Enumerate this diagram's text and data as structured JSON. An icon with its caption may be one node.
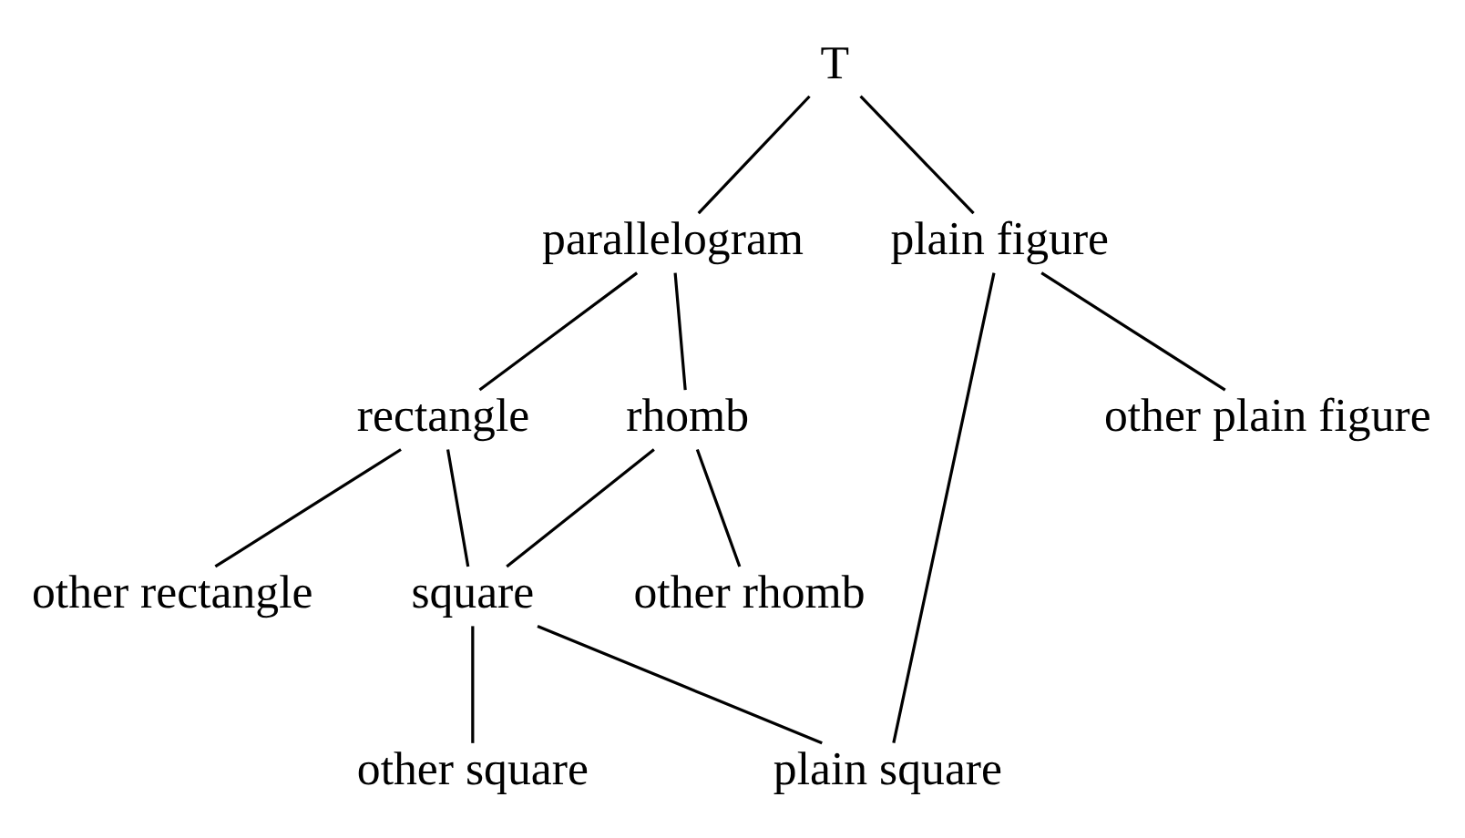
{
  "diagram": {
    "nodes": [
      {
        "text": [
          "T"
        ]
      },
      {
        "text": [
          "parallelogram"
        ]
      },
      {
        "text": [
          "plain figure"
        ]
      },
      {
        "text": [
          "rectangle"
        ]
      },
      {
        "text": [
          "rhomb"
        ]
      },
      {
        "text": [
          "other rectangle"
        ]
      },
      {
        "text": [
          "square"
        ]
      },
      {
        "text": [
          "other rhomb"
        ]
      },
      {
        "text": [
          "other square"
        ]
      },
      {
        "text": [
          "plain square"
        ]
      },
      {
        "text": [
          "other plain figure"
        ]
      }
    ],
    "edges": [
      {
        "from": 0,
        "to": 1,
        "arrow": "none"
      },
      {
        "from": 0,
        "to": 2,
        "arrow": "none"
      },
      {
        "from": 1,
        "to": 3,
        "arrow": "none"
      },
      {
        "from": 1,
        "to": 4,
        "arrow": "none"
      },
      {
        "from": 3,
        "to": 5,
        "arrow": "none"
      },
      {
        "from": 3,
        "to": 6,
        "arrow": "none"
      },
      {
        "from": 4,
        "to": 6,
        "arrow": "none"
      },
      {
        "from": 4,
        "to": 7,
        "arrow": "none"
      },
      {
        "from": 6,
        "to": 8,
        "arrow": "none"
      },
      {
        "from": 6,
        "to": 9,
        "arrow": "none"
      },
      {
        "from": 2,
        "to": 9,
        "arrow": "none"
      },
      {
        "from": 2,
        "to": 10,
        "arrow": "none"
      }
    ]
  }
}
